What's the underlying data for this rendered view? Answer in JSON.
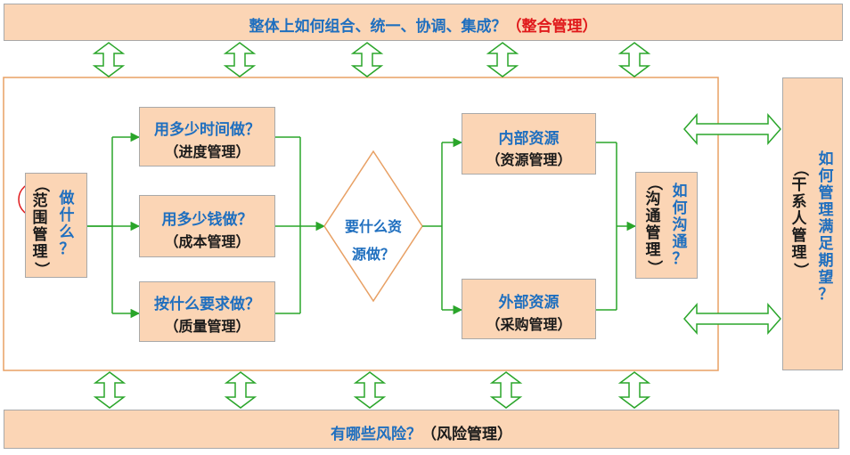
{
  "integration": {
    "question": "整体上如何组合、统一、协调、集成？",
    "label": "（整合管理）"
  },
  "risk": {
    "question": "有哪些风险？",
    "label": "（风险管理）"
  },
  "scope": {
    "question": "做什么？",
    "label": "（范围管理）"
  },
  "schedule": {
    "question": "用多少时间做？",
    "label": "（进度管理）"
  },
  "cost": {
    "question": "用多少钱做？",
    "label": "（成本管理）"
  },
  "quality": {
    "question": "按什么要求做？",
    "label": "（质量管理）"
  },
  "resources_question": {
    "line1": "要什么资",
    "line2": "源做？"
  },
  "internal": {
    "title": "内部资源",
    "label": "（资源管理）"
  },
  "external": {
    "title": "外部资源",
    "label": "（采购管理）"
  },
  "communication": {
    "question": "如何沟通？",
    "label": "（沟通管理）"
  },
  "stakeholder": {
    "question": "如何管理满足期望？",
    "label": "（干系人管理）"
  },
  "colors": {
    "box_fill": "#fbd5b5",
    "question_text": "#1f6fbf",
    "highlight_text": "#e0191b",
    "connector": "#2aa52a",
    "arrow_fill": "#ffffff",
    "arrow_stroke": "#2aa52a"
  }
}
